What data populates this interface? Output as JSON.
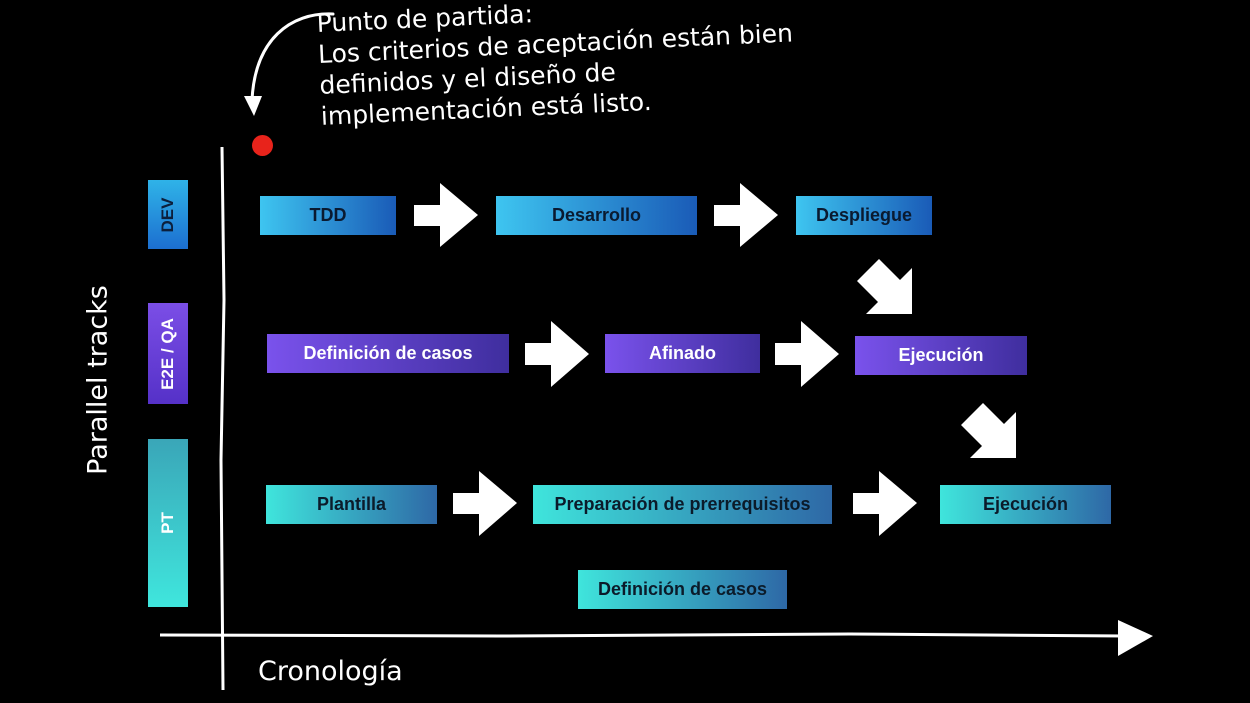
{
  "annotation": {
    "lines": [
      "Punto de partida:",
      "Los criterios de aceptación están bien",
      "definidos y el diseño de",
      "implementación está listo."
    ]
  },
  "axes": {
    "y_label": "Parallel tracks",
    "x_label": "Cronología"
  },
  "tracks": [
    {
      "label": "DEV"
    },
    {
      "label": "E2E / QA"
    },
    {
      "label": "PT"
    }
  ],
  "steps": {
    "dev": [
      "TDD",
      "Desarrollo",
      "Despliegue"
    ],
    "qa": [
      "Definición de casos",
      "Afinado",
      "Ejecución"
    ],
    "pt": [
      "Plantilla",
      "Preparación de prerrequisitos",
      "Ejecución",
      "Definición de casos"
    ]
  },
  "colors": {
    "background": "#000000",
    "start_dot": "#e8231b",
    "dev": "#2fb3e8",
    "qa": "#6c44e0",
    "pt": "#3fe5dc"
  }
}
